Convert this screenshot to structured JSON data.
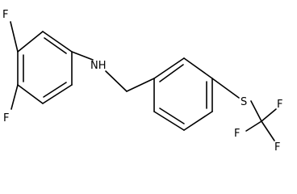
{
  "diagram": {
    "type": "chemical-structure",
    "atoms": {
      "f_top": "F",
      "f_bottom": "F",
      "nh": "NH",
      "s": "S",
      "f_cf3_right": "F",
      "f_cf3_left": "F",
      "f_cf3_bottom": "F"
    }
  },
  "colors": {
    "bond": "#000000",
    "label": "#000000",
    "background": "#ffffff"
  }
}
